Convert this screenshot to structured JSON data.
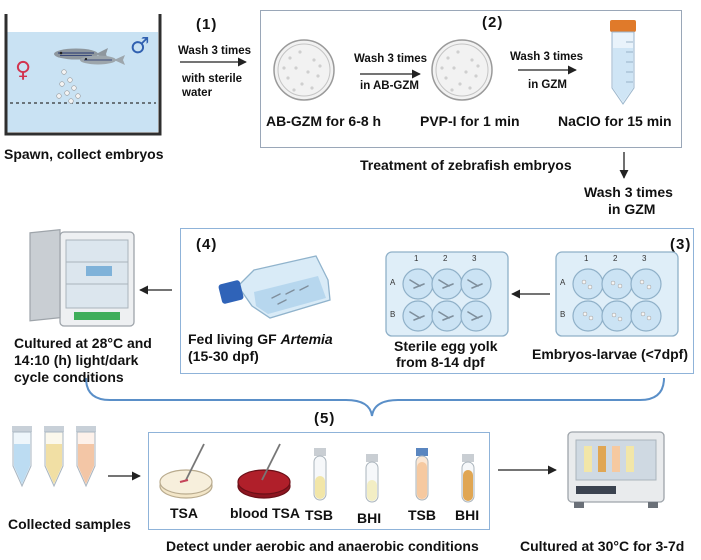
{
  "step1": {
    "number": "(1)",
    "wash_line1": "Wash  3 times",
    "wash_line2": "with sterile",
    "wash_line3": "water",
    "spawn_caption": "Spawn, collect embryos",
    "female_symbol": "♀",
    "male_symbol": "♂"
  },
  "step2": {
    "number": "(2)",
    "dish1_label": "AB-GZM for 6-8 h",
    "arrow1_line1": "Wash  3 times",
    "arrow1_line2": "in AB-GZM",
    "dish2_label": "PVP-I for 1 min",
    "arrow2_line1": "Wash  3 times",
    "arrow2_line2": "in GZM",
    "tube_label": "NaClO for 15 min",
    "caption": "Treatment of zebrafish embryos",
    "after_line1": "Wash  3 times",
    "after_line2": "in GZM"
  },
  "step3": {
    "number": "(3)",
    "plate1_label": "Embryos-larvae (<7dpf)",
    "plate2_line1": "Sterile egg yolk",
    "plate2_line2": "from  8-14 dpf",
    "col_labels": [
      "1",
      "2",
      "3"
    ],
    "row_labels": [
      "A",
      "B"
    ]
  },
  "step4": {
    "number": "(4)",
    "fed_line1_prefix": "Fed  living GF ",
    "fed_line1_italic": "Artemia",
    "fed_line2": "(15-30 dpf)",
    "incubator_line1": "Cultured  at 28°C and",
    "incubator_line2": "14:10 (h) light/dark",
    "incubator_line3": "cycle conditions"
  },
  "step5": {
    "number": "(5)",
    "collected_label": "Collected samples",
    "media": [
      "TSA",
      "blood TSA",
      "TSB",
      "BHI",
      "TSB",
      "BHI"
    ],
    "caption": "Detect under aerobic and anaerobic conditions",
    "cultured_label": "Cultured  at 30°C for 3-7d"
  },
  "colors": {
    "box_border": "#9aa7b8",
    "blue_border": "#8fb3d9",
    "water": "#b9d8ee",
    "fish": "#8a949c",
    "blood_agar": "#b01f2a",
    "tsa_agar": "#f3e6c8",
    "tsb_broth": "#f2e6a8",
    "bhi_broth": "#e0a653",
    "cap_orange": "#e07a2a"
  }
}
